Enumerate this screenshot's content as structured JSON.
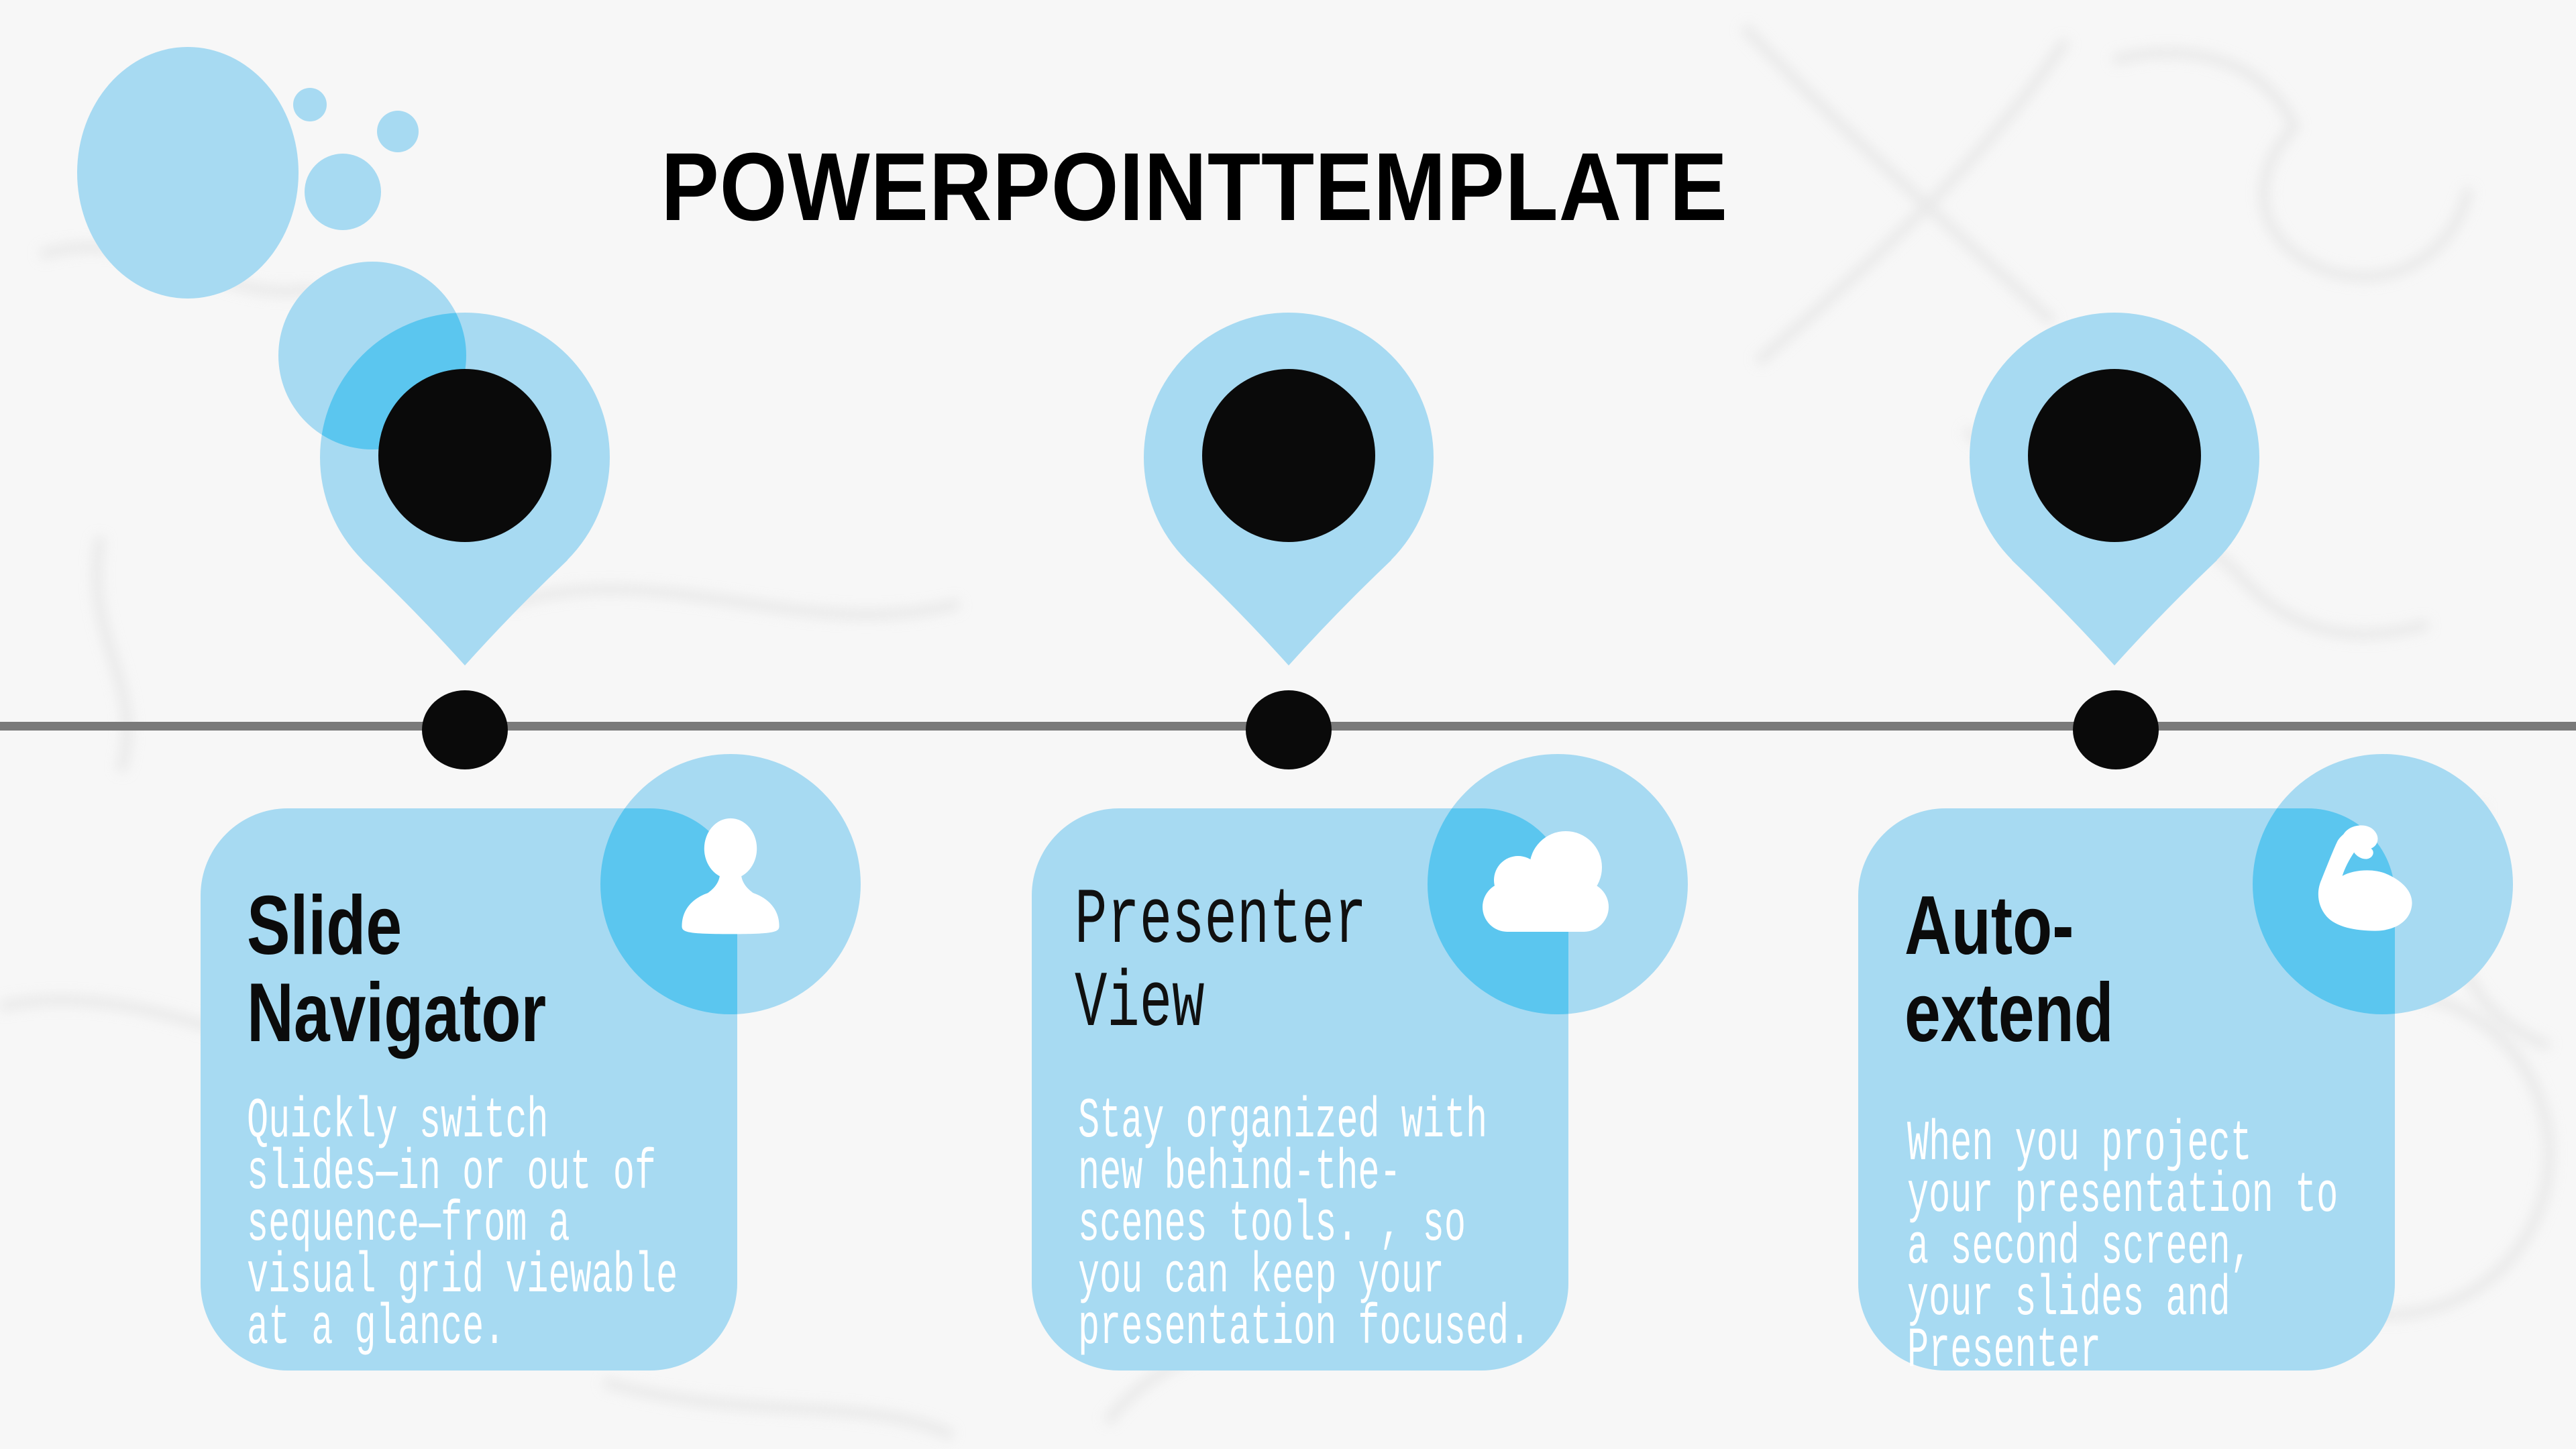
{
  "slide": {
    "title": "POWERPOINTTEMPLATE",
    "cards": [
      {
        "title": "Slide\nNavigator",
        "title_style": "sans",
        "body": "Quickly switch\nslides—in or out of\nsequence—from a\nvisual grid viewable\nat a glance.",
        "icon": "person-icon"
      },
      {
        "title": "Presenter\nView",
        "title_style": "mono",
        "body": "Stay organized with\nnew behind-the-\nscenes tools. , so\nyou can keep your\npresentation focused.",
        "icon": "cloud-icon"
      },
      {
        "title": "Auto-\nextend",
        "title_style": "sans",
        "body": "When you project\nyour presentation to\na second screen,\nyour slides and\nPresenter",
        "icon": "muscle-icon"
      }
    ],
    "timeline": {
      "marker_count": 3
    },
    "colors": {
      "light_blue": "#A7DAF2",
      "overlap_blue": "#5BC6EF",
      "ink_black": "#0A0A0A",
      "line_gray": "#7A7A7A",
      "body_text": "#FFFFFF",
      "background": "#F7F7F7"
    }
  }
}
